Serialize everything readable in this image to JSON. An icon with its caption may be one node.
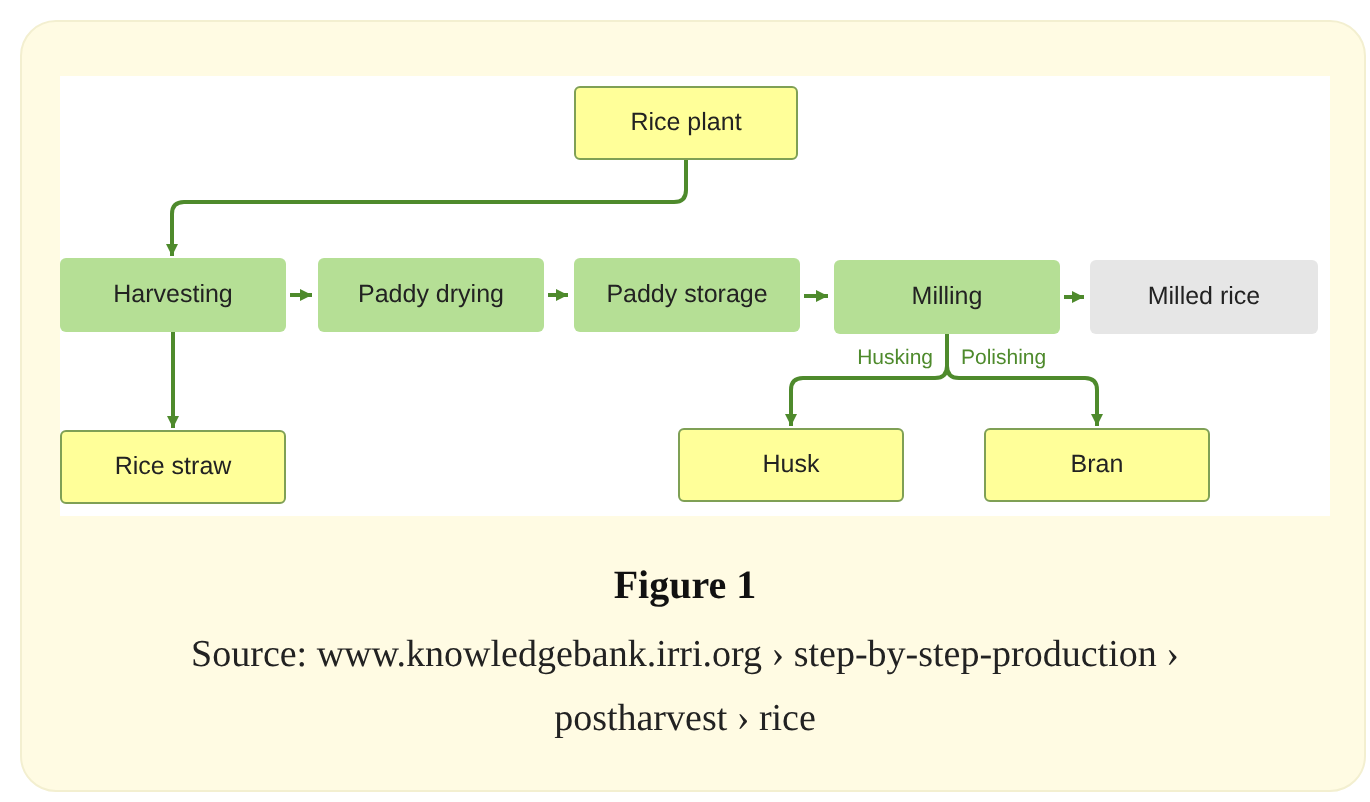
{
  "diagram": {
    "caption": "Figure 1",
    "nodes": [
      {
        "text": [
          "Rice plant"
        ]
      },
      {
        "text": [
          "Harvesting"
        ]
      },
      {
        "text": [
          "Paddy drying"
        ]
      },
      {
        "text": [
          "Paddy storage"
        ]
      },
      {
        "text": [
          "Milling"
        ]
      },
      {
        "text": [
          "Milled rice"
        ]
      },
      {
        "text": [
          "Rice straw"
        ]
      },
      {
        "text": [
          "Husk"
        ]
      },
      {
        "text": [
          "Bran"
        ]
      }
    ],
    "edges": [
      {
        "from": 0,
        "to": 1,
        "arrow": "to"
      },
      {
        "from": 1,
        "to": 2,
        "arrow": "to"
      },
      {
        "from": 2,
        "to": 3,
        "arrow": "to"
      },
      {
        "from": 3,
        "to": 4,
        "arrow": "to"
      },
      {
        "from": 4,
        "to": 5,
        "arrow": "to"
      },
      {
        "from": 1,
        "to": 6,
        "arrow": "to"
      },
      {
        "from": 4,
        "to": 7,
        "label": "Husking",
        "arrow": "to"
      },
      {
        "from": 4,
        "to": 8,
        "label": "Polishing",
        "arrow": "to"
      }
    ],
    "labels": [
      "Source: www.knowledgebank.irri.org › step-by-step-production › postharvest › rice"
    ]
  }
}
